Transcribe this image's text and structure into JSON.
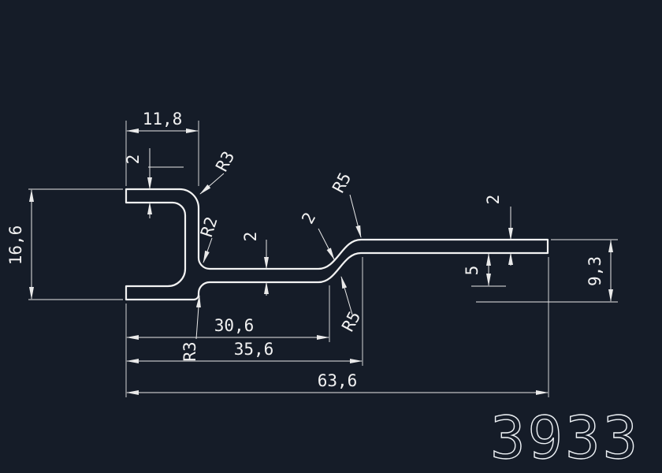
{
  "colors": {
    "background": "#151c28",
    "line": "#f2f2f2"
  },
  "drawing_number": "3933",
  "dims": {
    "top_width": "11,8",
    "top_arm_thickness": "2",
    "r_top_outer": "R3",
    "r_web_inner": "R2",
    "mid_strip_thickness": "2",
    "incline_thickness": "2",
    "r_bend_top": "R5",
    "right_strip_thickness": "2",
    "overall_height": "16,6",
    "step_height": "5",
    "right_end_height": "9,3",
    "len_to_bend": "30,6",
    "r_step": "R3",
    "len_to_bend_end": "35,6",
    "r_bend_bottom": "R5",
    "overall_length": "63,6"
  }
}
